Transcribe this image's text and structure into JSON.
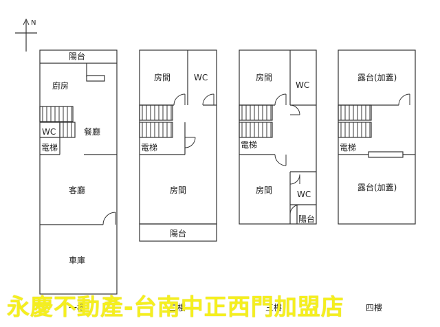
{
  "compass": {
    "label": "N"
  },
  "floor1": {
    "balcony": "陽台",
    "kitchen": "廚房",
    "wc": "WC",
    "dining": "餐廳",
    "elevator": "電梯",
    "living": "客廳",
    "garage": "車庫",
    "floor_label": "一樓"
  },
  "floor2": {
    "room_top": "房間",
    "wc": "WC",
    "elevator": "電梯",
    "room_main": "房間",
    "balcony": "陽台",
    "floor_label": "二樓"
  },
  "floor3": {
    "room_top": "房間",
    "wc_top": "WC",
    "elevator": "電梯",
    "room_bottom": "房間",
    "wc_bottom": "WC",
    "balcony": "陽台",
    "floor_label": "三樓"
  },
  "floor4": {
    "terrace_top": "露台(加蓋)",
    "elevator": "電梯",
    "terrace_bottom": "露台(加蓋)",
    "floor_label": "四樓"
  },
  "watermark": "永慶不動產-台南中正西門加盟店"
}
